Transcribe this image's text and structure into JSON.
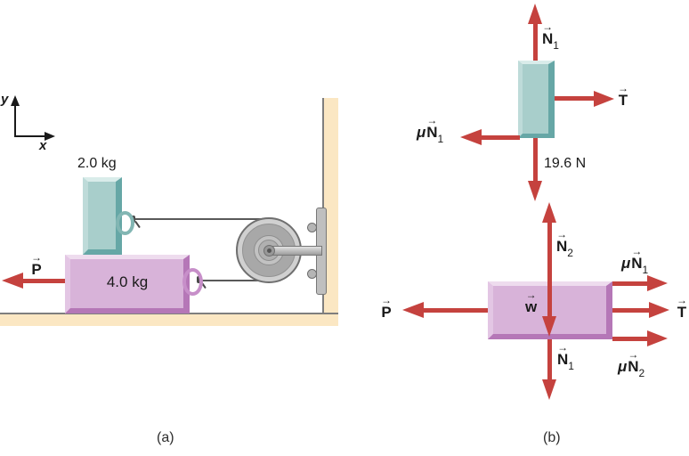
{
  "panels": {
    "a_caption": "(a)",
    "b_caption": "(b)"
  },
  "axes": {
    "x": "x",
    "y": "y"
  },
  "glyphs": {
    "vec_arrow": "→"
  },
  "scene": {
    "small_block_mass": "2.0 kg",
    "large_block_mass": "4.0 kg"
  },
  "force_labels": {
    "P": {
      "letter": "P"
    },
    "T": {
      "letter": "T"
    },
    "N1": {
      "letter": "N",
      "sub": "1"
    },
    "N2": {
      "letter": "N",
      "sub": "2"
    },
    "muN1": {
      "mu": "μ",
      "letter": "N",
      "sub": "1"
    },
    "muN2": {
      "mu": "μ",
      "letter": "N",
      "sub": "2"
    },
    "w": {
      "letter": "w"
    },
    "weight_small_value": "19.6 N"
  },
  "colors": {
    "arrow-red": "#c5423e",
    "teal-face": "#a8cecb",
    "teal-light": "#d9ecea",
    "teal-mid": "#bedbd9",
    "teal-dark": "#66a7a6",
    "purple-face": "#d8b3d9",
    "purple-light": "#eedcee",
    "purple-mid": "#e3c6e4",
    "purple-dark": "#b577b7",
    "tan": "#fbe7c3",
    "line-gray": "#7e7e7e",
    "rope-gray": "#595959",
    "ink": "#1a1a1a"
  }
}
